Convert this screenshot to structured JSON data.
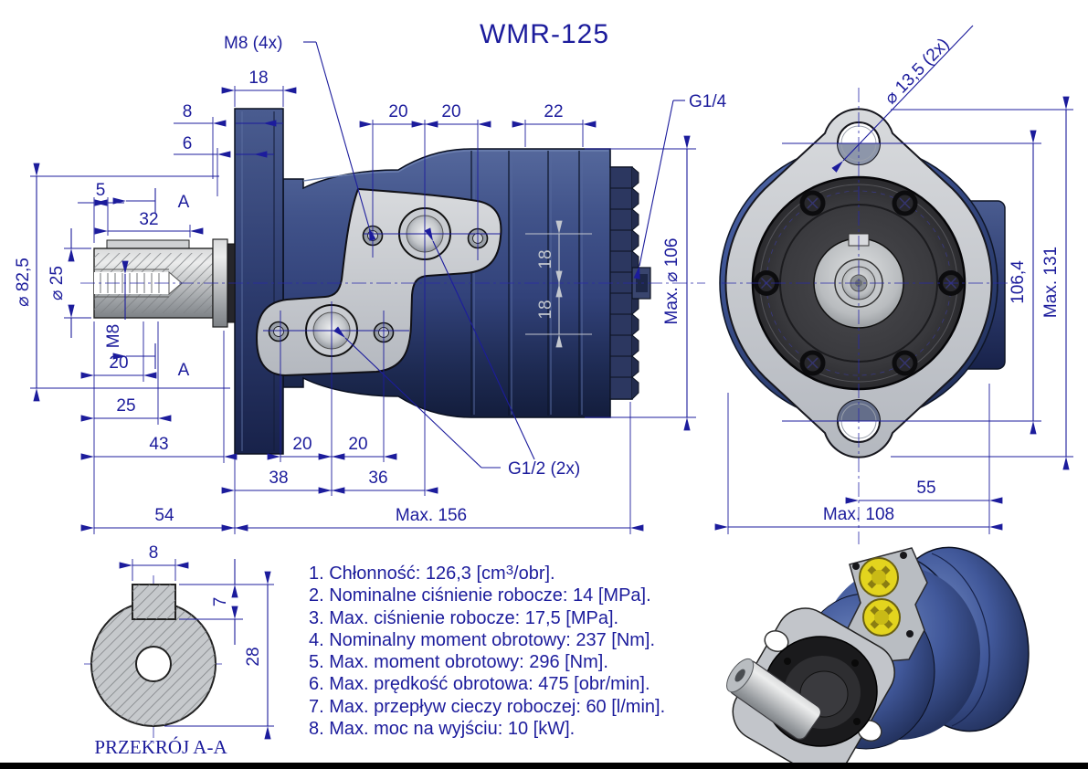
{
  "title": "WMR-125",
  "colors": {
    "dimension_navy": "#1c1c9c",
    "body_blue": "#32427a",
    "plate_gray": "#c9cdd2",
    "face_dark": "#2e2e32",
    "light_dim_gray": "#c3c7ce",
    "plug_yellow": "#e3d41e",
    "background": "#ffffff"
  },
  "side_view": {
    "labels": {
      "m8_callout": "M8 (4x)",
      "g14_callout": "G1/4",
      "g12_callout": "G1/2 (2x)",
      "d18_flange": "18",
      "d8": "8",
      "d6": "6",
      "d5": "5",
      "d32": "32",
      "dia82": "⌀ 82,5",
      "dia25": "⌀ 25",
      "m8_thread": "M8",
      "d20_thread": "20",
      "d25": "25",
      "d43": "43",
      "d54": "54",
      "d20_top1": "20",
      "d20_top2": "20",
      "d22": "22",
      "d20_bot1": "20",
      "d20_bot2": "20",
      "d38": "38",
      "d36": "36",
      "max156": "Max.  156",
      "d18_port_upper": "18",
      "d18_port_lower": "18",
      "max_dia106": "Max. ⌀ 106",
      "a_top": "A",
      "a_bottom": "A"
    }
  },
  "front_view": {
    "labels": {
      "dia135": "⌀ 13,5 (2x)",
      "d106_4": "106,4",
      "max131": "Max. 131",
      "d55": "55",
      "max108": "Max.  108"
    }
  },
  "section_view": {
    "title": "PRZEKRÓJ A-A",
    "labels": {
      "d8": "8",
      "d7": "7",
      "d28": "28"
    }
  },
  "specs": {
    "items": [
      {
        "pre": "1. Chłonność: 126,3 [cm",
        "sup": "3",
        "post": "/obr]."
      },
      {
        "pre": "2. Nominalne ciśnienie robocze: 14 [MPa]."
      },
      {
        "pre": "3. Max. ciśnienie robocze: 17,5 [MPa]."
      },
      {
        "pre": "4. Nominalny moment obrotowy: 237 [Nm]."
      },
      {
        "pre": "5. Max. moment obrotowy: 296 [Nm]."
      },
      {
        "pre": "6. Max. prędkość obrotowa: 475 [obr/min]."
      },
      {
        "pre": "7. Max. przepływ cieczy roboczej: 60 [l/min]."
      },
      {
        "pre": "8. Max. moc na wyjściu: 10 [kW]."
      }
    ]
  }
}
